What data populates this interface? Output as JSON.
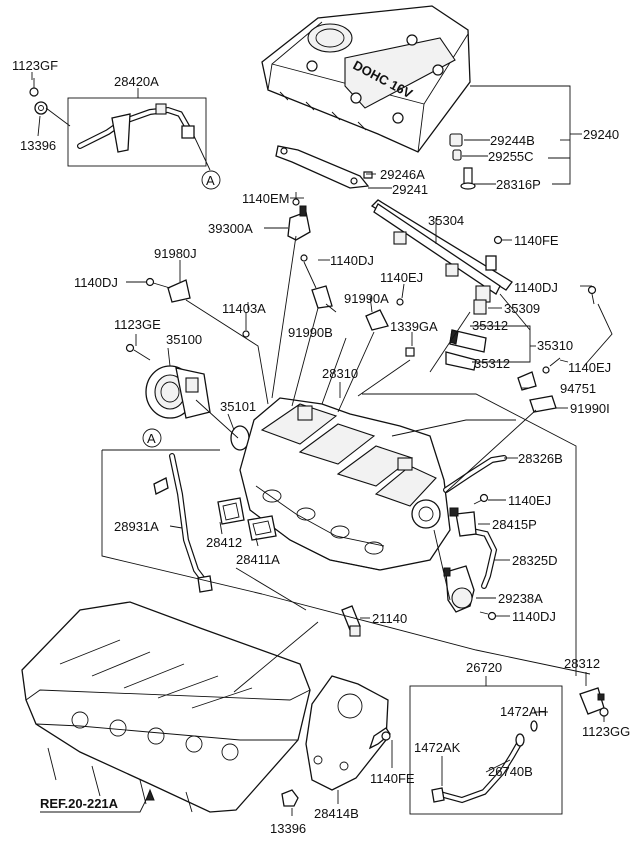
{
  "labels": {
    "p1123GF": "1123GF",
    "p28420A": "28420A",
    "p13396a": "13396",
    "pCircleA1": "A",
    "p29244B": "29244B",
    "p29240": "29240",
    "p29255C": "29255C",
    "p29246A": "29246A",
    "p28316P": "28316P",
    "p29241": "29241",
    "p1140EMa": "1140EM",
    "p35304": "35304",
    "p39300A": "39300A",
    "p1140FEa": "1140FE",
    "p91980J": "91980J",
    "p1140DJa": "1140DJ",
    "p1140EJa": "1140EJ",
    "p1140DJb": "1140DJ",
    "p1140DJc": "1140DJ",
    "p11403A": "11403A",
    "p91990A": "91990A",
    "p35309": "35309",
    "p91990B": "91990B",
    "p1339GA": "1339GA",
    "p35312a": "35312",
    "p1123GE": "1123GE",
    "p35100": "35100",
    "p35310": "35310",
    "p35312b": "35312",
    "p1140EJb": "1140EJ",
    "p28310": "28310",
    "p94751": "94751",
    "p35101": "35101",
    "p91990I": "91990I",
    "pCircleA2": "A",
    "p28326B": "28326B",
    "p1140EJc": "1140EJ",
    "p28931A": "28931A",
    "p28415P": "28415P",
    "p28412": "28412",
    "p28411A": "28411A",
    "p28325D": "28325D",
    "p29238A": "29238A",
    "p1140DJd": "1140DJ",
    "p21140": "21140",
    "p28312": "28312",
    "p26720": "26720",
    "p1472AH": "1472AH",
    "p1123GG": "1123GG",
    "p1472AK": "1472AK",
    "p26740B": "26740B",
    "p1140FEb": "1140FE",
    "pRef": "REF.20-221A",
    "p28414B": "28414B",
    "p13396b": "13396",
    "coverText": "DOHC 16V"
  }
}
